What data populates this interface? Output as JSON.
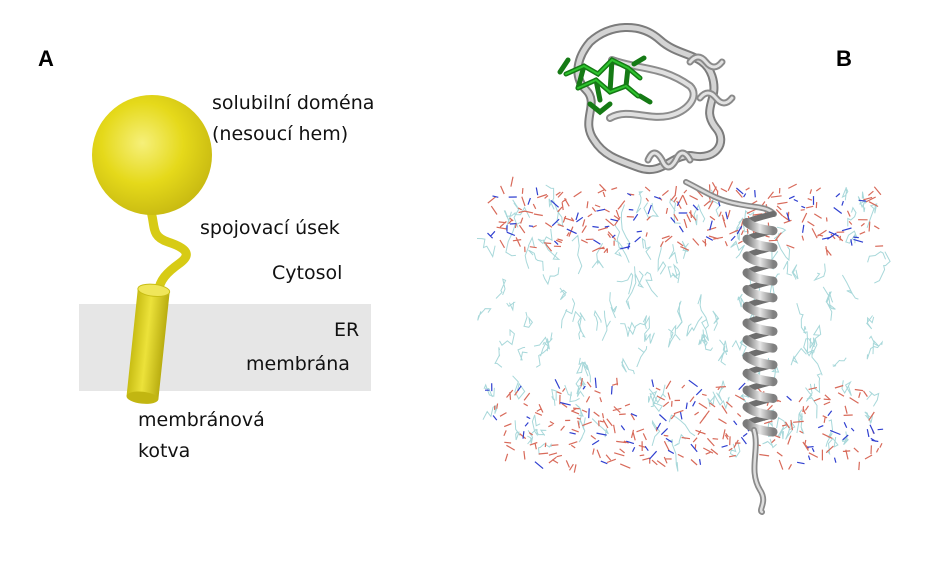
{
  "panels": {
    "a": {
      "label": "A",
      "soluble_domain": [
        "solubilní doména",
        "(nesoucí hem)"
      ],
      "linker": "spojovací úsek",
      "cytosol": "Cytosol",
      "membrane": [
        "ER",
        "membrána"
      ],
      "anchor": [
        "membránová",
        "kotva"
      ]
    },
    "b": {
      "label": "B"
    }
  },
  "colors": {
    "domain_yellow": "#e8dc1c",
    "membrane_band": "#e6e6e6",
    "heme_green": "#1c9a1c",
    "protein_gray": "#a8a8a8",
    "lipid_tail_cyan": "#a8d8da",
    "lipid_head_red": "#d86a5a",
    "lipid_head_blue": "#3040d0"
  }
}
